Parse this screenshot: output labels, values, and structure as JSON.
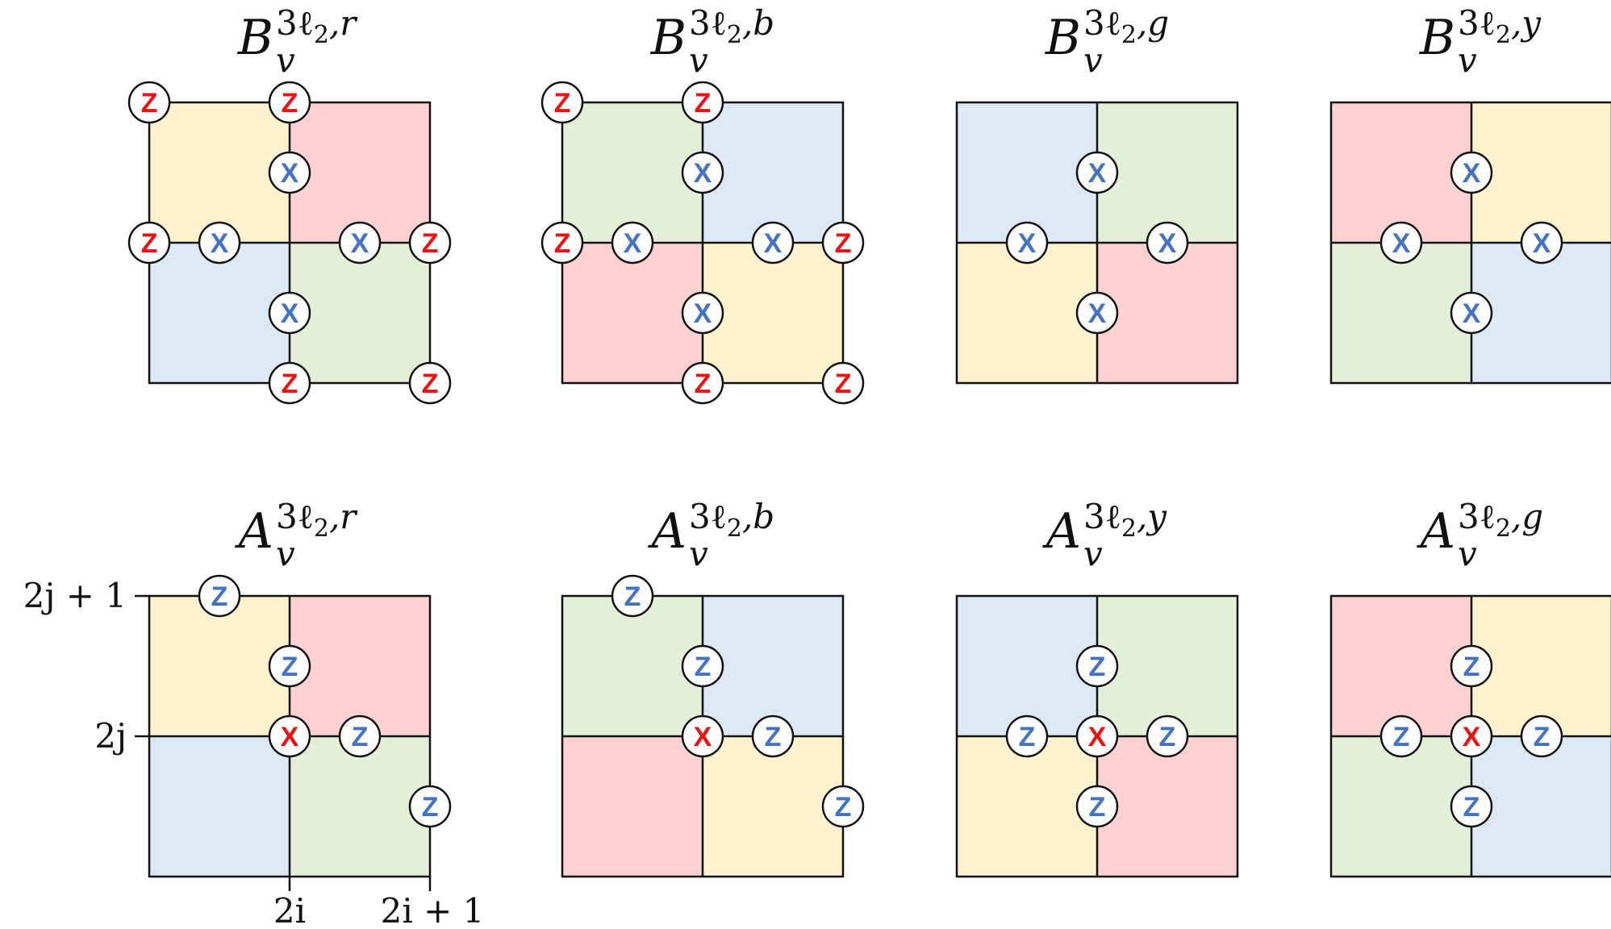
{
  "colors": {
    "red": "#fdd0d1",
    "blue": "#dde8f5",
    "green": "#e4efd8",
    "yellow": "#fdf2cd",
    "line": "#111111",
    "op_z_edge": "#ee1111",
    "op_x_edge": "#4472c4",
    "op_x_center": "#ee1111",
    "op_z_blue": "#4472c4"
  },
  "axis_labels": {
    "y_top": "2j + 1",
    "y_mid": "2j",
    "x_mid": "2i",
    "x_right": "2i + 1"
  },
  "panels": [
    {
      "title": {
        "base": "B",
        "sub": "v",
        "sup_a": "3ℓ",
        "sup_a_sub": "2",
        "sup_b": ",r"
      },
      "quadrants": [
        "yellow",
        "red",
        "blue",
        "green"
      ],
      "ops": [
        {
          "u": 0,
          "v": 0,
          "t": "Z",
          "c": "op_z_edge"
        },
        {
          "u": 1,
          "v": 0,
          "t": "Z",
          "c": "op_z_edge"
        },
        {
          "u": 1,
          "v": 0.5,
          "t": "X",
          "c": "op_x_edge"
        },
        {
          "u": 0,
          "v": 1,
          "t": "Z",
          "c": "op_z_edge"
        },
        {
          "u": 0.5,
          "v": 1,
          "t": "X",
          "c": "op_x_edge"
        },
        {
          "u": 1.5,
          "v": 1,
          "t": "X",
          "c": "op_x_edge"
        },
        {
          "u": 2,
          "v": 1,
          "t": "Z",
          "c": "op_z_edge"
        },
        {
          "u": 1,
          "v": 1.5,
          "t": "X",
          "c": "op_x_edge"
        },
        {
          "u": 1,
          "v": 2,
          "t": "Z",
          "c": "op_z_edge"
        },
        {
          "u": 2,
          "v": 2,
          "t": "Z",
          "c": "op_z_edge"
        }
      ]
    },
    {
      "title": {
        "base": "B",
        "sub": "v",
        "sup_a": "3ℓ",
        "sup_a_sub": "2",
        "sup_b": ",b"
      },
      "quadrants": [
        "green",
        "blue",
        "red",
        "yellow"
      ],
      "ops": [
        {
          "u": 0,
          "v": 0,
          "t": "Z",
          "c": "op_z_edge"
        },
        {
          "u": 1,
          "v": 0,
          "t": "Z",
          "c": "op_z_edge"
        },
        {
          "u": 1,
          "v": 0.5,
          "t": "X",
          "c": "op_x_edge"
        },
        {
          "u": 0,
          "v": 1,
          "t": "Z",
          "c": "op_z_edge"
        },
        {
          "u": 0.5,
          "v": 1,
          "t": "X",
          "c": "op_x_edge"
        },
        {
          "u": 1.5,
          "v": 1,
          "t": "X",
          "c": "op_x_edge"
        },
        {
          "u": 2,
          "v": 1,
          "t": "Z",
          "c": "op_z_edge"
        },
        {
          "u": 1,
          "v": 1.5,
          "t": "X",
          "c": "op_x_edge"
        },
        {
          "u": 1,
          "v": 2,
          "t": "Z",
          "c": "op_z_edge"
        },
        {
          "u": 2,
          "v": 2,
          "t": "Z",
          "c": "op_z_edge"
        }
      ]
    },
    {
      "title": {
        "base": "B",
        "sub": "v",
        "sup_a": "3ℓ",
        "sup_a_sub": "2",
        "sup_b": ",g"
      },
      "quadrants": [
        "blue",
        "green",
        "yellow",
        "red"
      ],
      "ops": [
        {
          "u": 1,
          "v": 0.5,
          "t": "X",
          "c": "op_x_edge"
        },
        {
          "u": 0.5,
          "v": 1,
          "t": "X",
          "c": "op_x_edge"
        },
        {
          "u": 1.5,
          "v": 1,
          "t": "X",
          "c": "op_x_edge"
        },
        {
          "u": 1,
          "v": 1.5,
          "t": "X",
          "c": "op_x_edge"
        }
      ]
    },
    {
      "title": {
        "base": "B",
        "sub": "v",
        "sup_a": "3ℓ",
        "sup_a_sub": "2",
        "sup_b": ",y"
      },
      "quadrants": [
        "red",
        "yellow",
        "green",
        "blue"
      ],
      "ops": [
        {
          "u": 1,
          "v": 0.5,
          "t": "X",
          "c": "op_x_edge"
        },
        {
          "u": 0.5,
          "v": 1,
          "t": "X",
          "c": "op_x_edge"
        },
        {
          "u": 1.5,
          "v": 1,
          "t": "X",
          "c": "op_x_edge"
        },
        {
          "u": 1,
          "v": 1.5,
          "t": "X",
          "c": "op_x_edge"
        }
      ]
    },
    {
      "title": {
        "base": "A",
        "sub": "v",
        "sup_a": "3ℓ",
        "sup_a_sub": "2",
        "sup_b": ",r"
      },
      "quadrants": [
        "yellow",
        "red",
        "blue",
        "green"
      ],
      "axes": true,
      "ops": [
        {
          "u": 0.5,
          "v": 0,
          "t": "Z",
          "c": "op_z_blue"
        },
        {
          "u": 1,
          "v": 0.5,
          "t": "Z",
          "c": "op_z_blue"
        },
        {
          "u": 1,
          "v": 1,
          "t": "X",
          "c": "op_x_center"
        },
        {
          "u": 1.5,
          "v": 1,
          "t": "Z",
          "c": "op_z_blue"
        },
        {
          "u": 2,
          "v": 1.5,
          "t": "Z",
          "c": "op_z_blue"
        }
      ]
    },
    {
      "title": {
        "base": "A",
        "sub": "v",
        "sup_a": "3ℓ",
        "sup_a_sub": "2",
        "sup_b": ",b"
      },
      "quadrants": [
        "green",
        "blue",
        "red",
        "yellow"
      ],
      "ops": [
        {
          "u": 0.5,
          "v": 0,
          "t": "Z",
          "c": "op_z_blue"
        },
        {
          "u": 1,
          "v": 0.5,
          "t": "Z",
          "c": "op_z_blue"
        },
        {
          "u": 1,
          "v": 1,
          "t": "X",
          "c": "op_x_center"
        },
        {
          "u": 1.5,
          "v": 1,
          "t": "Z",
          "c": "op_z_blue"
        },
        {
          "u": 2,
          "v": 1.5,
          "t": "Z",
          "c": "op_z_blue"
        }
      ]
    },
    {
      "title": {
        "base": "A",
        "sub": "v",
        "sup_a": "3ℓ",
        "sup_a_sub": "2",
        "sup_b": ",y"
      },
      "quadrants": [
        "blue",
        "green",
        "yellow",
        "red"
      ],
      "ops": [
        {
          "u": 1,
          "v": 0.5,
          "t": "Z",
          "c": "op_z_blue"
        },
        {
          "u": 0.5,
          "v": 1,
          "t": "Z",
          "c": "op_z_blue"
        },
        {
          "u": 1,
          "v": 1,
          "t": "X",
          "c": "op_x_center"
        },
        {
          "u": 1.5,
          "v": 1,
          "t": "Z",
          "c": "op_z_blue"
        },
        {
          "u": 1,
          "v": 1.5,
          "t": "Z",
          "c": "op_z_blue"
        }
      ]
    },
    {
      "title": {
        "base": "A",
        "sub": "v",
        "sup_a": "3ℓ",
        "sup_a_sub": "2",
        "sup_b": ",g"
      },
      "quadrants": [
        "red",
        "yellow",
        "green",
        "blue"
      ],
      "ops": [
        {
          "u": 1,
          "v": 0.5,
          "t": "Z",
          "c": "op_z_blue"
        },
        {
          "u": 0.5,
          "v": 1,
          "t": "Z",
          "c": "op_z_blue"
        },
        {
          "u": 1,
          "v": 1,
          "t": "X",
          "c": "op_x_center"
        },
        {
          "u": 1.5,
          "v": 1,
          "t": "Z",
          "c": "op_z_blue"
        },
        {
          "u": 1,
          "v": 1.5,
          "t": "Z",
          "c": "op_z_blue"
        }
      ]
    }
  ]
}
